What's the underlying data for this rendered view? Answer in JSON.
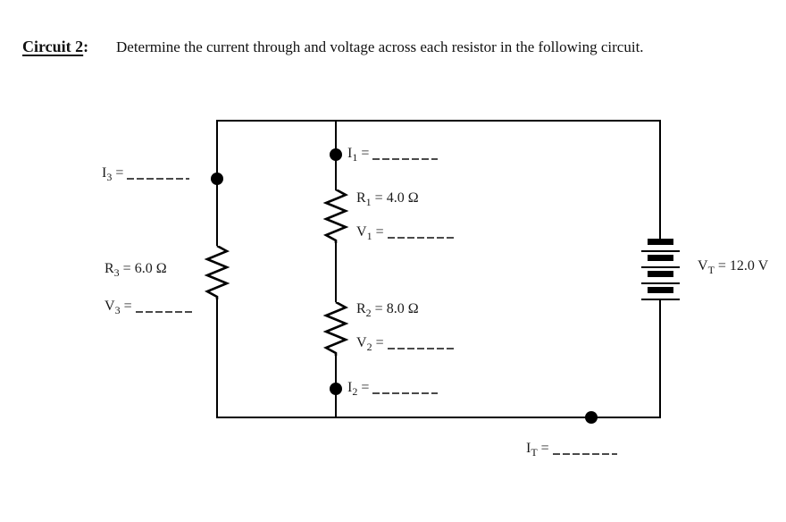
{
  "title": {
    "heading": "Circuit 2",
    "colon": ":",
    "instruction": "Determine the current through and voltage across each resistor in the following circuit."
  },
  "labels": {
    "i1": {
      "base": "I",
      "sub": "1",
      "rest": "="
    },
    "r1": {
      "base": "R",
      "sub": "1",
      "rest": "= 4.0 Ω"
    },
    "v1": {
      "base": "V",
      "sub": "1",
      "rest": "="
    },
    "r2": {
      "base": "R",
      "sub": "2",
      "rest": "= 8.0 Ω"
    },
    "v2": {
      "base": "V",
      "sub": "2",
      "rest": "="
    },
    "i2": {
      "base": "I",
      "sub": "2",
      "rest": "="
    },
    "i3": {
      "base": "I",
      "sub": "3",
      "rest": "="
    },
    "r3": {
      "base": "R",
      "sub": "3",
      "rest": "= 6.0 Ω"
    },
    "v3": {
      "base": "V",
      "sub": "3",
      "rest": "="
    },
    "vt": {
      "base": "V",
      "sub": "T",
      "rest": "= 12.0 V"
    },
    "it": {
      "base": "I",
      "sub": "T",
      "rest": "="
    }
  },
  "circuit": {
    "resistors": [
      {
        "id": "R1",
        "value": "4.0 Ω",
        "branch": "middle-upper"
      },
      {
        "id": "R2",
        "value": "8.0 Ω",
        "branch": "middle-lower"
      },
      {
        "id": "R3",
        "value": "6.0 Ω",
        "branch": "left"
      }
    ],
    "battery": {
      "id": "VT",
      "value": "12.0 V",
      "branch": "right"
    },
    "unknowns": [
      "I1",
      "V1",
      "I2",
      "V2",
      "I3",
      "V3",
      "IT"
    ]
  }
}
